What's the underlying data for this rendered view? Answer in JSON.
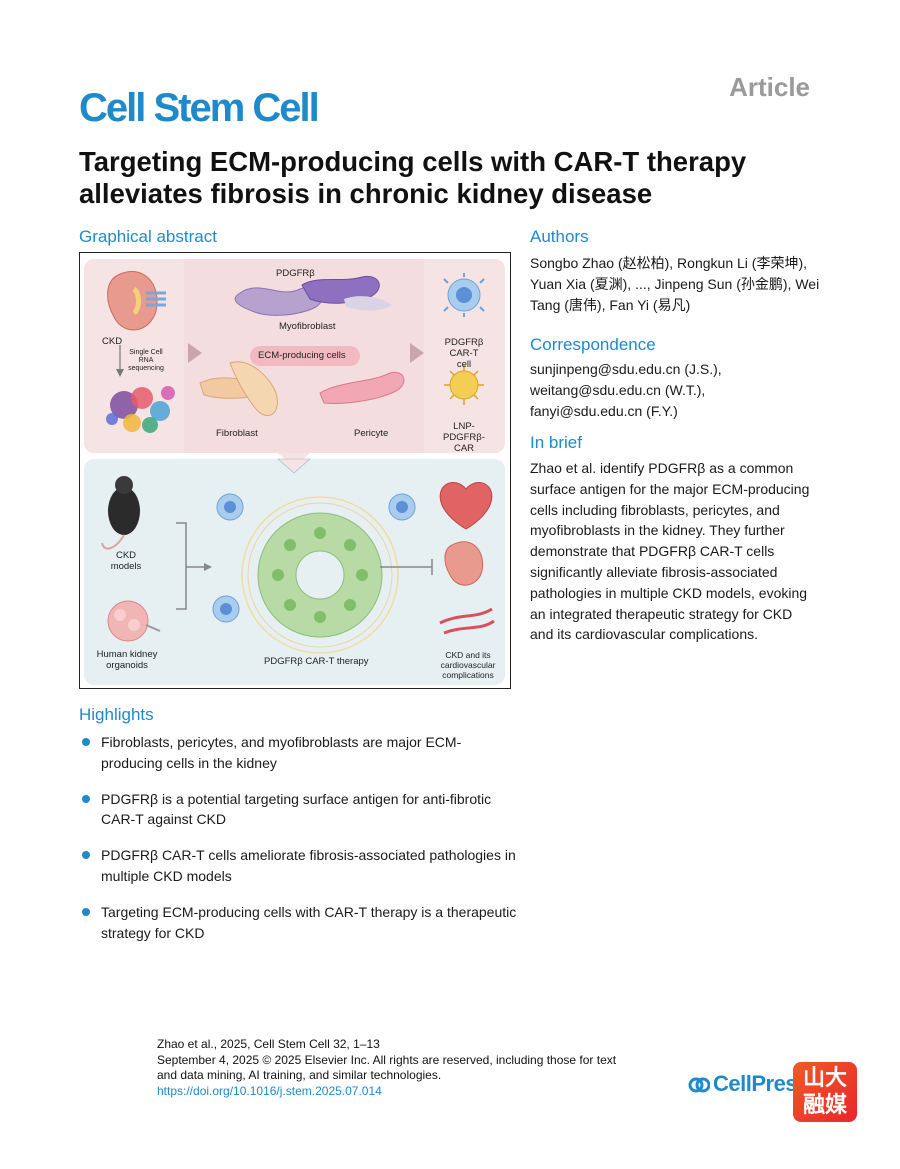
{
  "header": {
    "article_type": "Article",
    "journal": "Cell Stem Cell",
    "title": "Targeting ECM-producing cells with CAR-T therapy alleviates fibrosis in chronic kidney disease"
  },
  "graphical_abstract": {
    "heading": "Graphical abstract",
    "labels": {
      "ckd": "CKD",
      "scrna": "Single Cell RNA sequencing",
      "pdgfrb_top": "PDGFRβ",
      "myofibroblast": "Myofibroblast",
      "ecm_cells": "ECM-producing cells",
      "fibroblast": "Fibroblast",
      "pericyte": "Pericyte",
      "car_t_cell": "PDGFRβ CAR-T cell",
      "lnp": "LNP-PDGFRβ-CAR",
      "ckd_models": "CKD models",
      "organoids": "Human kidney organoids",
      "therapy": "PDGFRβ CAR-T therapy",
      "complications": "CKD and its cardiovascular complications"
    }
  },
  "authors": {
    "heading": "Authors",
    "text": "Songbo Zhao (赵松柏), Rongkun Li (李荣坤), Yuan Xia (夏渊), ..., Jinpeng Sun (孙金鹏), Wei Tang (唐伟), Fan Yi (易凡)"
  },
  "correspondence": {
    "heading": "Correspondence",
    "lines": [
      "sunjinpeng@sdu.edu.cn (J.S.),",
      "weitang@sdu.edu.cn (W.T.),",
      "fanyi@sdu.edu.cn (F.Y.)"
    ]
  },
  "in_brief": {
    "heading": "In brief",
    "text": "Zhao et al. identify PDGFRβ as a common surface antigen for the major ECM-producing cells including fibroblasts, pericytes, and myofibroblasts in the kidney. They further demonstrate that PDGFRβ CAR-T cells significantly alleviate fibrosis-associated pathologies in multiple CKD models, evoking an integrated therapeutic strategy for CKD and its cardiovascular complications."
  },
  "highlights": {
    "heading": "Highlights",
    "items": [
      "Fibroblasts, pericytes, and myofibroblasts are major ECM-producing cells in the kidney",
      "PDGFRβ is a potential targeting surface antigen for anti-fibrotic CAR-T against CKD",
      "PDGFRβ CAR-T cells ameliorate fibrosis-associated pathologies in multiple CKD models",
      "Targeting ECM-producing cells with CAR-T therapy is a therapeutic strategy for CKD"
    ]
  },
  "citation": {
    "line1": "Zhao et al., 2025, Cell Stem Cell 32, 1–13",
    "line2": "September 4, 2025 © 2025 Elsevier Inc. All rights are reserved, including those for text and data mining, AI training, and similar technologies.",
    "doi": "https://doi.org/10.1016/j.stem.2025.07.014"
  },
  "publisher": {
    "name": "CellPress",
    "badge": "山大融媒"
  },
  "colors": {
    "accent": "#1f8ac9",
    "top_panel": "#f6e4e4",
    "bottom_panel": "#e6f0f2"
  }
}
